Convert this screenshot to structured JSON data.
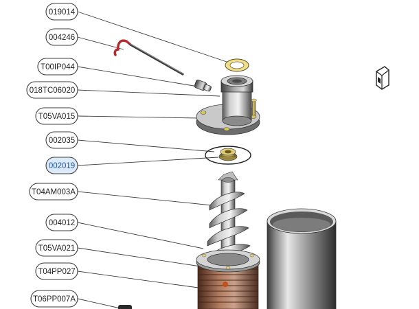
{
  "diagram": {
    "selected_part": "002019",
    "callouts": [
      {
        "id": "019014",
        "label": "019014"
      },
      {
        "id": "004246",
        "label": "004246"
      },
      {
        "id": "T00IP044",
        "label": "T00IP044"
      },
      {
        "id": "018TC06020",
        "label": "018TC06020"
      },
      {
        "id": "T05VA015",
        "label": "T05VA015"
      },
      {
        "id": "002035",
        "label": "002035"
      },
      {
        "id": "002019",
        "label": "002019"
      },
      {
        "id": "T04AM003A",
        "label": "T04AM003A"
      },
      {
        "id": "004012",
        "label": "004012"
      },
      {
        "id": "T05VA021",
        "label": "T05VA021"
      },
      {
        "id": "T04PP027",
        "label": "T04PP027"
      },
      {
        "id": "T06PP007A",
        "label": "T06PP007A"
      }
    ]
  },
  "colors": {
    "callout_border": "#3c3c3c",
    "selected_fill": "#dce9f8",
    "selected_text": "#1f55a8",
    "rod_red": "#b22a2a",
    "ring_yellow": "#f0df86",
    "copper": "#9b6246"
  },
  "icons": {
    "view_cube": "view-cube-icon"
  }
}
